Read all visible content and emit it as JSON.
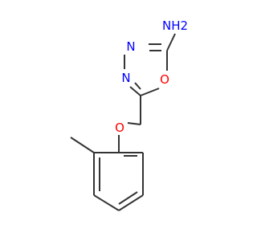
{
  "molecule": {
    "atoms": {
      "amine": "NH2",
      "ring_n_upper": "N",
      "ring_n_lower": "N",
      "ring_oxygen": "O",
      "ether_oxygen": "O"
    },
    "colors": {
      "bond": "#333333",
      "nitrogen": "#0000ff",
      "oxygen": "#ff0000"
    }
  }
}
